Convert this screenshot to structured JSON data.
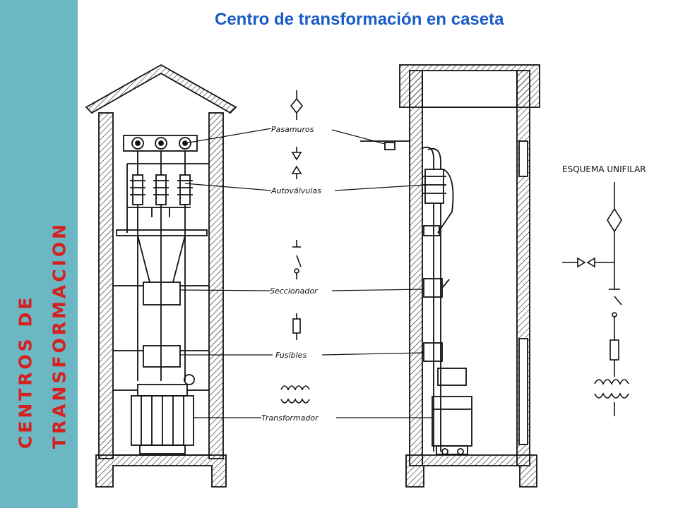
{
  "sidebar": {
    "line1": "CENTROS DE",
    "line2": "TRANSFORMACION"
  },
  "title": "Centro de transformación en caseta",
  "labels": {
    "pasamuros": "Pasamuros",
    "autovalvulas": "Autoválvulas",
    "seccionador": "Seccionador",
    "fusibles": "Fusibles",
    "transformador": "Transformador",
    "esquema": "ESQUEMA UNIFILAR"
  },
  "colors": {
    "sidebar": "#6bb8c4",
    "sidebar_text": "#d62020",
    "title": "#1a5bc4"
  }
}
